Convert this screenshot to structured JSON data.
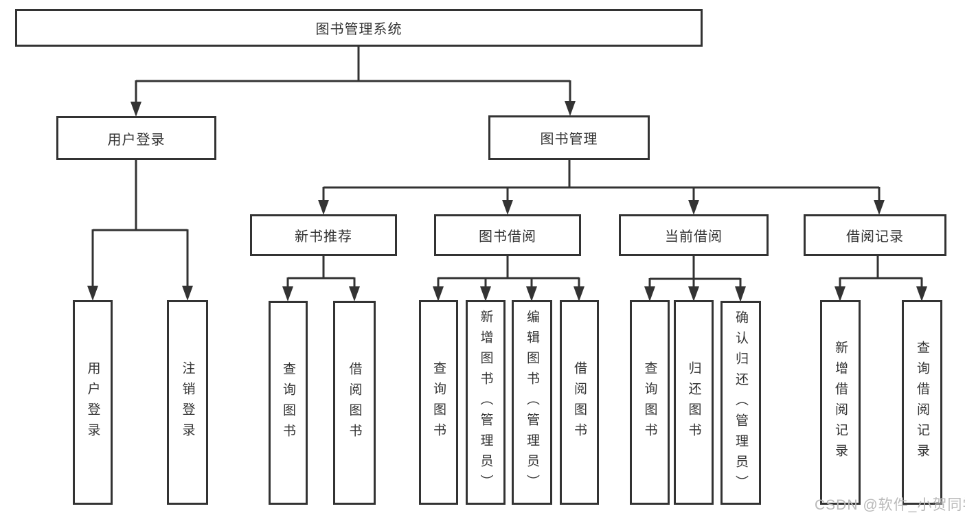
{
  "title": "图书管理系统",
  "colors": {
    "line": "#333333",
    "box_border": "#333333",
    "box_background": "#ffffff",
    "text": "#333333",
    "watermark_text": "#b9b9b9"
  },
  "tree": {
    "root": "图书管理系统",
    "level2": [
      "用户登录",
      "图书管理"
    ],
    "level3": [
      "新书推荐",
      "图书借阅",
      "当前借阅",
      "借阅记录"
    ],
    "leaves": {
      "user_login": [
        "用户登录",
        "注销登录"
      ],
      "new_book_recommend": [
        "查询图书",
        "借阅图书"
      ],
      "book_borrow": [
        "查询图书",
        "新增图书（管理员）",
        "编辑图书（管理员）",
        "借阅图书"
      ],
      "current_borrow": [
        "查询图书",
        "归还图书",
        "确认归还（管理员）"
      ],
      "borrow_record": [
        "新增借阅记录",
        "查询借阅记录"
      ]
    }
  },
  "watermark": "CSDN @软件_小贺同学"
}
